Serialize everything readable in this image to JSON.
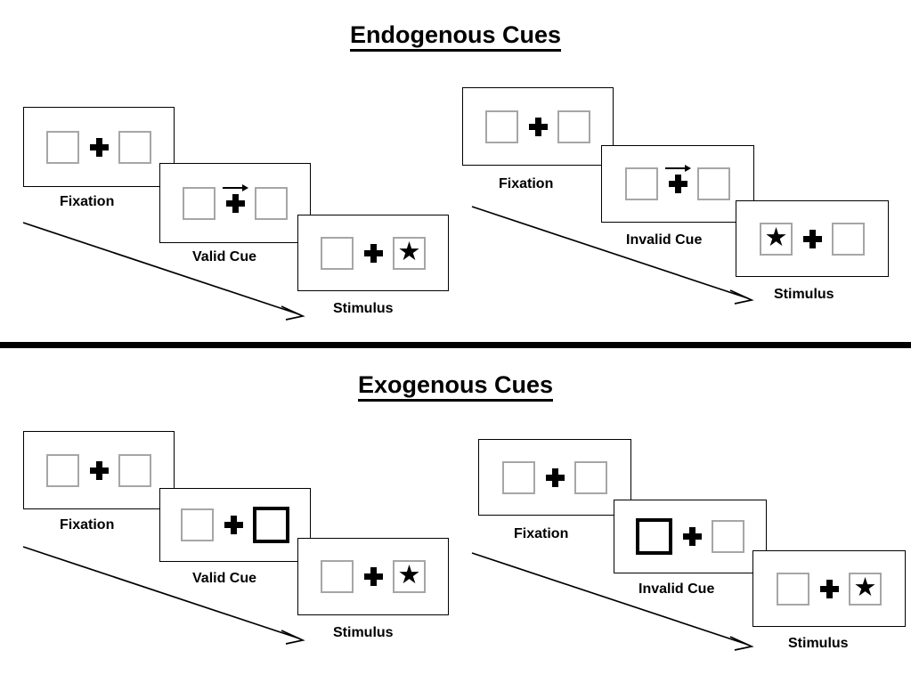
{
  "sections": [
    {
      "id": "endogenous",
      "title": "Endogenous Cues",
      "cue_type": "arrow",
      "columns": [
        {
          "id": "endogenous-valid",
          "cue_label": "Valid Cue",
          "frames": [
            {
              "label": "Fixation",
              "left_box": "empty",
              "right_box": "empty",
              "cue": "none"
            },
            {
              "label": "Valid Cue",
              "left_box": "empty",
              "right_box": "empty",
              "cue": "arrow-right"
            },
            {
              "label": "Stimulus",
              "left_box": "empty",
              "right_box": "star",
              "cue": "none"
            }
          ]
        },
        {
          "id": "endogenous-invalid",
          "cue_label": "Invalid Cue",
          "frames": [
            {
              "label": "Fixation",
              "left_box": "empty",
              "right_box": "empty",
              "cue": "none"
            },
            {
              "label": "Invalid Cue",
              "left_box": "empty",
              "right_box": "empty",
              "cue": "arrow-right"
            },
            {
              "label": "Stimulus",
              "left_box": "star",
              "right_box": "empty",
              "cue": "none"
            }
          ]
        }
      ]
    },
    {
      "id": "exogenous",
      "title": "Exogenous Cues",
      "cue_type": "box-flash",
      "columns": [
        {
          "id": "exogenous-valid",
          "cue_label": "Valid Cue",
          "frames": [
            {
              "label": "Fixation",
              "left_box": "empty",
              "right_box": "empty",
              "cue": "none"
            },
            {
              "label": "Valid Cue",
              "left_box": "empty",
              "right_box": "highlight",
              "cue": "none"
            },
            {
              "label": "Stimulus",
              "left_box": "empty",
              "right_box": "star",
              "cue": "none"
            }
          ]
        },
        {
          "id": "exogenous-invalid",
          "cue_label": "Invalid Cue",
          "frames": [
            {
              "label": "Fixation",
              "left_box": "empty",
              "right_box": "empty",
              "cue": "none"
            },
            {
              "label": "Invalid Cue",
              "left_box": "highlight",
              "right_box": "empty",
              "cue": "none"
            },
            {
              "label": "Stimulus",
              "left_box": "empty",
              "right_box": "star",
              "cue": "none"
            }
          ]
        }
      ]
    }
  ],
  "labels": {
    "fixation": "Fixation",
    "valid_cue": "Valid Cue",
    "invalid_cue": "Invalid Cue",
    "stimulus": "Stimulus"
  },
  "icons": {
    "star": "★",
    "fixation_cross": "plus-cross-icon",
    "cue_arrow": "arrow-right-icon",
    "flow_arrow": "diagonal-arrow-icon"
  },
  "colors": {
    "panel_border": "#000000",
    "box_border": "#a6a6a6",
    "box_border_highlight": "#000000",
    "text": "#000000",
    "background": "#ffffff",
    "divider": "#000000"
  }
}
